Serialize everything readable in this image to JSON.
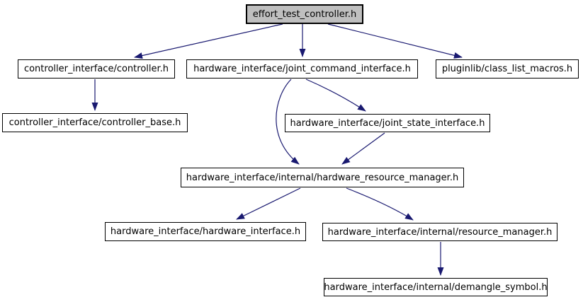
{
  "graph": {
    "type": "include-dependency-graph",
    "edge_color": "#191970",
    "root_fill": "#bfbfbf",
    "node_fill": "#ffffff",
    "border_color": "#000000",
    "nodes": [
      {
        "label": "effort_test_controller.h",
        "is_root": true
      },
      {
        "label": "controller_interface/controller.h"
      },
      {
        "label": "hardware_interface/joint_command_interface.h"
      },
      {
        "label": "pluginlib/class_list_macros.h"
      },
      {
        "label": "controller_interface/controller_base.h"
      },
      {
        "label": "hardware_interface/joint_state_interface.h"
      },
      {
        "label": "hardware_interface/internal/hardware_resource_manager.h"
      },
      {
        "label": "hardware_interface/hardware_interface.h"
      },
      {
        "label": "hardware_interface/internal/resource_manager.h"
      },
      {
        "label": "hardware_interface/internal/demangle_symbol.h"
      }
    ],
    "edges": [
      {
        "from": "effort_test_controller.h",
        "to": "controller_interface/controller.h"
      },
      {
        "from": "effort_test_controller.h",
        "to": "hardware_interface/joint_command_interface.h"
      },
      {
        "from": "effort_test_controller.h",
        "to": "pluginlib/class_list_macros.h"
      },
      {
        "from": "controller_interface/controller.h",
        "to": "controller_interface/controller_base.h"
      },
      {
        "from": "hardware_interface/joint_command_interface.h",
        "to": "hardware_interface/joint_state_interface.h"
      },
      {
        "from": "hardware_interface/joint_command_interface.h",
        "to": "hardware_interface/internal/hardware_resource_manager.h"
      },
      {
        "from": "hardware_interface/joint_state_interface.h",
        "to": "hardware_interface/internal/hardware_resource_manager.h"
      },
      {
        "from": "hardware_interface/internal/hardware_resource_manager.h",
        "to": "hardware_interface/hardware_interface.h"
      },
      {
        "from": "hardware_interface/internal/hardware_resource_manager.h",
        "to": "hardware_interface/internal/resource_manager.h"
      },
      {
        "from": "hardware_interface/internal/resource_manager.h",
        "to": "hardware_interface/internal/demangle_symbol.h"
      }
    ]
  }
}
